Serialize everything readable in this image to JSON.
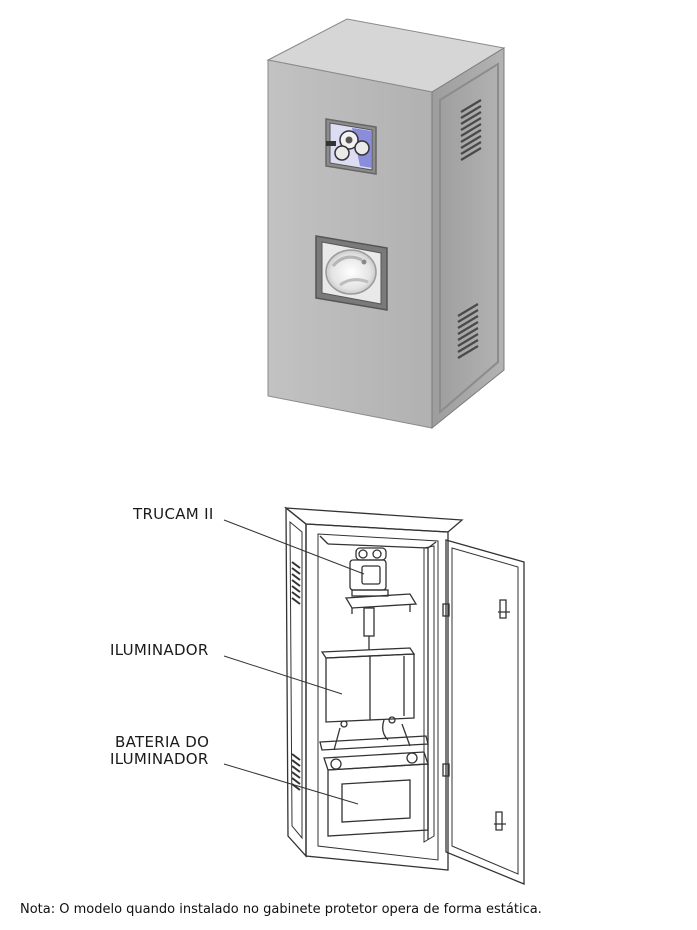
{
  "labels": {
    "trucam": "TRUCAM II",
    "iluminador": "ILUMINADOR",
    "bateria_line1": "BATERIA DO",
    "bateria_line2": "ILUMINADOR"
  },
  "note": "Nota: O modelo quando instalado no gabinete protetor opera de forma estática.",
  "colors": {
    "cabinet_front": "#b9b9b9",
    "cabinet_side": "#a7a7a7",
    "cabinet_top": "#d3d3d3",
    "line_art": "#333333",
    "lens_accent": "#7a7fd6"
  }
}
